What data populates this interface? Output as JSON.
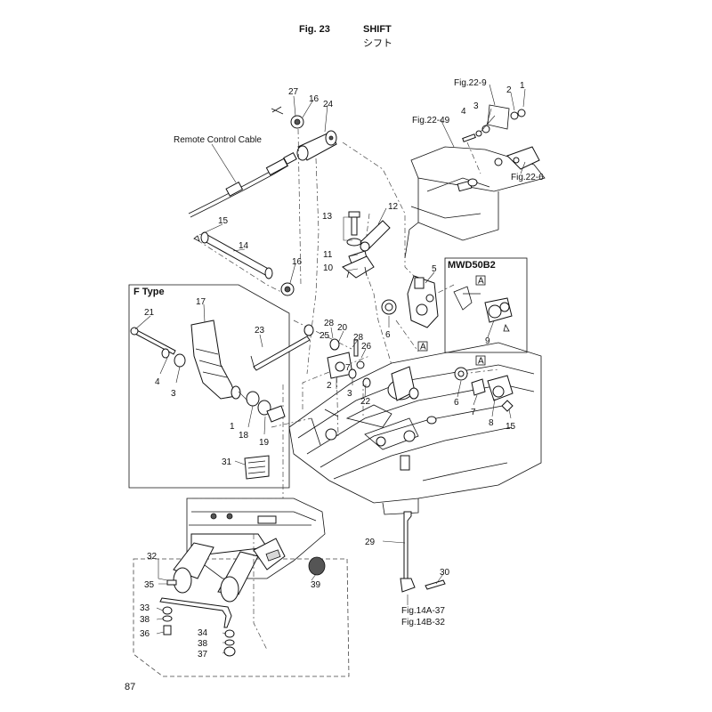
{
  "header": {
    "figure_label": "Fig. 23",
    "title": "SHIFT",
    "title_jp": "シフト"
  },
  "page_number": "87",
  "boxes": {
    "f_type": "F Type",
    "mwd_model": "MWD50B2"
  },
  "section_marker": "A",
  "references": {
    "fig22_9": "Fig.22-9",
    "fig22_49": "Fig.22-49",
    "fig22_6": "Fig.22-6",
    "fig14a_37": "Fig.14A-37",
    "fig14b_32": "Fig.14B-32"
  },
  "labels": {
    "remote_control_cable": "Remote Control Cable"
  },
  "part_numbers": {
    "n1": "1",
    "n2": "2",
    "n3": "3",
    "n4": "4",
    "n5": "5",
    "n6": "6",
    "n7": "7",
    "n8": "8",
    "n9": "9",
    "n10": "10",
    "n11": "11",
    "n12": "12",
    "n13": "13",
    "n14": "14",
    "n15": "15",
    "n16": "16",
    "n17": "17",
    "n18": "18",
    "n19": "19",
    "n20": "20",
    "n21": "21",
    "n22": "22",
    "n23": "23",
    "n24": "24",
    "n25": "25",
    "n26": "26",
    "n27": "27",
    "n28": "28",
    "n29": "29",
    "n30": "30",
    "n31": "31",
    "n32": "32",
    "n33": "33",
    "n34": "34",
    "n35": "35",
    "n36": "36",
    "n37": "37",
    "n38": "38",
    "n39": "39"
  }
}
